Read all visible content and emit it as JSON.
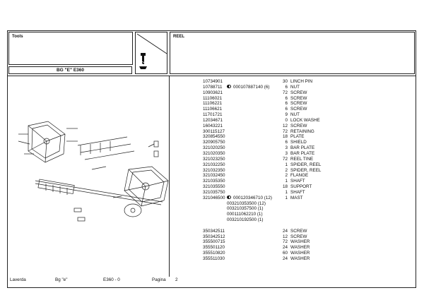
{
  "header": {
    "tools_label": "Tools",
    "group_label": "REEL",
    "model": "BG \"E\" E360"
  },
  "parts": [
    {
      "code": "10734901",
      "ref": "",
      "qty": "30",
      "desc": "LINCH PIN"
    },
    {
      "code": "10788711",
      "ref": "000107887140  (6)",
      "qty": "6",
      "desc": "NUT",
      "dot": true
    },
    {
      "code": "10903621",
      "ref": "",
      "qty": "72",
      "desc": "SCREW"
    },
    {
      "code": "11106021",
      "ref": "",
      "qty": "6",
      "desc": "SCREW"
    },
    {
      "code": "11106221",
      "ref": "",
      "qty": "6",
      "desc": "SCREW"
    },
    {
      "code": "11106621",
      "ref": "",
      "qty": "6",
      "desc": "SCREW"
    },
    {
      "code": "11701721",
      "ref": "",
      "qty": "9",
      "desc": "NUT"
    },
    {
      "code": "12034671",
      "ref": "",
      "qty": "0",
      "desc": "LOCK WASHE"
    },
    {
      "code": "16043221",
      "ref": "",
      "qty": "12",
      "desc": "SCREW"
    },
    {
      "code": "300115127",
      "ref": "",
      "qty": "72",
      "desc": "RETAINING"
    },
    {
      "code": "320854550",
      "ref": "",
      "qty": "18",
      "desc": "PLATE"
    },
    {
      "code": "320905750",
      "ref": "",
      "qty": "6",
      "desc": "SHIELD"
    },
    {
      "code": "321020250",
      "ref": "",
      "qty": "3",
      "desc": "BAR PLATE"
    },
    {
      "code": "321020350",
      "ref": "",
      "qty": "3",
      "desc": "BAR PLATE"
    },
    {
      "code": "321023250",
      "ref": "",
      "qty": "72",
      "desc": "REEL TINE"
    },
    {
      "code": "321032250",
      "ref": "",
      "qty": "1",
      "desc": "SPIDER, REEL"
    },
    {
      "code": "321032350",
      "ref": "",
      "qty": "2",
      "desc": "SPIDER, REEL"
    },
    {
      "code": "321032450",
      "ref": "",
      "qty": "2",
      "desc": "FLANGE"
    },
    {
      "code": "321035350",
      "ref": "",
      "qty": "1",
      "desc": "SHAFT"
    },
    {
      "code": "321035550",
      "ref": "",
      "qty": "18",
      "desc": "SUPPORT"
    },
    {
      "code": "321035750",
      "ref": "",
      "qty": "1",
      "desc": "SHAFT"
    },
    {
      "code": "321046500",
      "ref": "000120346710  (12)",
      "qty": "1",
      "desc": "MAST",
      "dot": true
    },
    {
      "code": "",
      "ref": "003210353500  (12)",
      "qty": "",
      "desc": ""
    },
    {
      "code": "",
      "ref": "003210357500  (1)",
      "qty": "",
      "desc": ""
    },
    {
      "code": "",
      "ref": "  000111062210  (1)",
      "qty": "",
      "desc": ""
    },
    {
      "code": "",
      "ref": "003210192500  (1)",
      "qty": "",
      "desc": ""
    },
    {
      "code": "",
      "ref": "",
      "qty": "",
      "desc": ""
    },
    {
      "code": "350342511",
      "ref": "",
      "qty": "24",
      "desc": "SCREW"
    },
    {
      "code": "350342512",
      "ref": "",
      "qty": "12",
      "desc": "SCREW"
    },
    {
      "code": "355500715",
      "ref": "",
      "qty": "72",
      "desc": "WASHER"
    },
    {
      "code": "355501120",
      "ref": "",
      "qty": "24",
      "desc": "WASHER"
    },
    {
      "code": "355510820",
      "ref": "",
      "qty": "60",
      "desc": "WASHER"
    },
    {
      "code": "355511030",
      "ref": "",
      "qty": "24",
      "desc": "WASHER"
    }
  ],
  "footer": {
    "brand": "Laverda",
    "model": "Bg \"e\"",
    "ref": "E360 - 0",
    "page_label": "Pagina",
    "page_number": "2"
  }
}
